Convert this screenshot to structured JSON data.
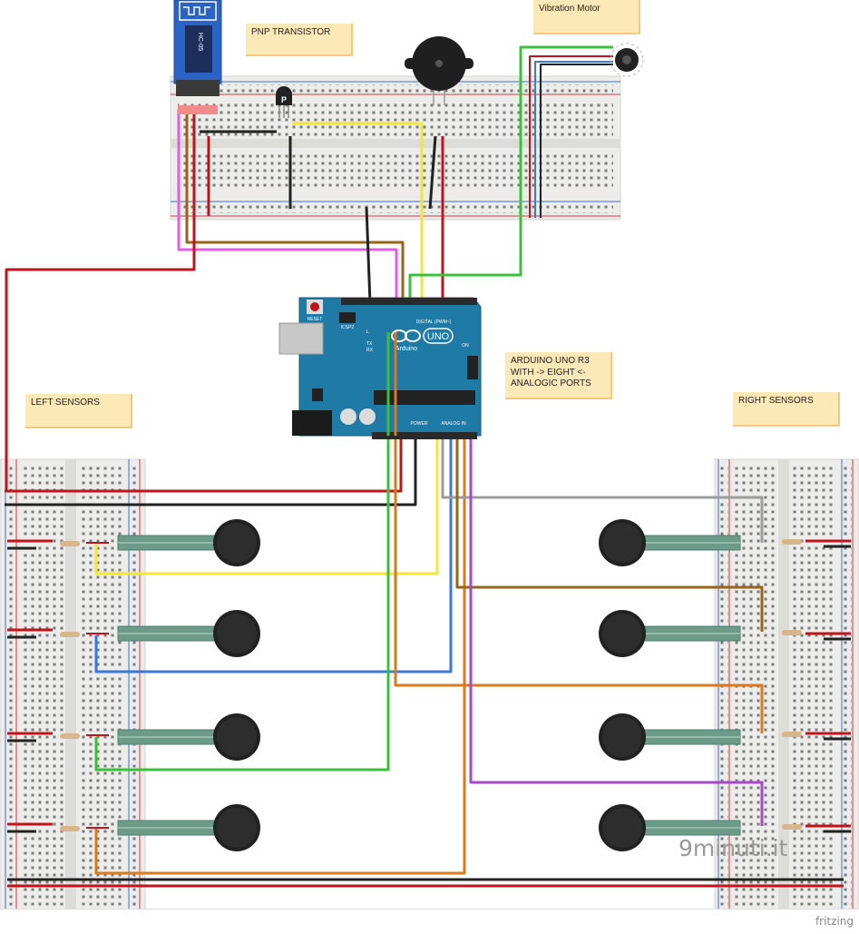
{
  "notes": {
    "pnp_transistor": "PNP TRANSISTOR",
    "vibration_motor": "Vibration Motor",
    "arduino": [
      "ARDUINO UNO R3",
      "WITH -> EIGHT <-",
      "ANALOGIC PORTS"
    ],
    "left_sensors": "LEFT SENSORS",
    "right_sensors": "RIGHT SENSORS"
  },
  "components": {
    "bluetooth_module": "HC-05",
    "arduino_logo": "UNO",
    "arduino_brand": "Arduino",
    "transistor_mark": "P",
    "reset_label": "RESET",
    "icsp_label": "ICSP2",
    "digital_label": "DIGITAL (PWM~)",
    "power_label": "POWER",
    "analog_label": "ANALOG IN",
    "on_label": "ON",
    "tx_label": "TX",
    "rx_label": "RX",
    "l_label": "L"
  },
  "watermark": "9minuti.it",
  "footer": "fritzing",
  "colors": {
    "breadboard": "#e9e9e6",
    "board": "#1f7aa6",
    "red": "#c0141c",
    "black": "#222222",
    "yellow": "#f0e63c",
    "green": "#3cc03c",
    "blue": "#3b78d8",
    "orange": "#d97a1e",
    "brown": "#9a6418",
    "purple": "#a64ac9",
    "magenta": "#e15ee0",
    "grey": "#9c9c9c"
  }
}
